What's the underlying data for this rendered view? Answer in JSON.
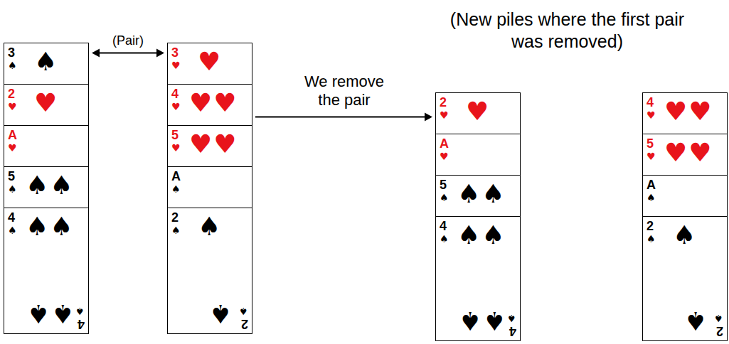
{
  "diagram": {
    "nodes": [
      {
        "text": [
          "3",
          "♠",
          "♠"
        ]
      },
      {
        "text": [
          "2",
          "♥",
          "♥"
        ]
      },
      {
        "text": [
          "A",
          "♥"
        ]
      },
      {
        "text": [
          "5",
          "♠",
          "♠♠"
        ]
      },
      {
        "text": [
          "4",
          "♠",
          "♠♠",
          "♠♠",
          "4",
          "♠"
        ]
      },
      {
        "text": [
          "3",
          "♥",
          "♥"
        ]
      },
      {
        "text": [
          "4",
          "♥",
          "♥♥"
        ]
      },
      {
        "text": [
          "5",
          "♥",
          "♥♥"
        ]
      },
      {
        "text": [
          "A",
          "♠"
        ]
      },
      {
        "text": [
          "2",
          "♠",
          "♠",
          "♠",
          "2",
          "♠"
        ]
      },
      {
        "text": [
          "2",
          "♥",
          "♥"
        ]
      },
      {
        "text": [
          "A",
          "♥"
        ]
      },
      {
        "text": [
          "5",
          "♠",
          "♠♠"
        ]
      },
      {
        "text": [
          "4",
          "♠",
          "♠♠",
          "♠♠",
          "4",
          "♠"
        ]
      },
      {
        "text": [
          "4",
          "♥",
          "♥♥"
        ]
      },
      {
        "text": [
          "5",
          "♥",
          "♥♥"
        ]
      },
      {
        "text": [
          "A",
          "♠"
        ]
      },
      {
        "text": [
          "2",
          "♠",
          "♠",
          "♠",
          "2",
          "♠"
        ]
      }
    ],
    "edges": [
      {
        "from": 0,
        "to": 5,
        "arrow": "both",
        "label": "(Pair)"
      },
      {
        "from": 6,
        "to": 10,
        "arrow": "to",
        "label": "We remove the pair"
      }
    ],
    "labels": [
      "(New piles where the first pair was removed)"
    ]
  }
}
